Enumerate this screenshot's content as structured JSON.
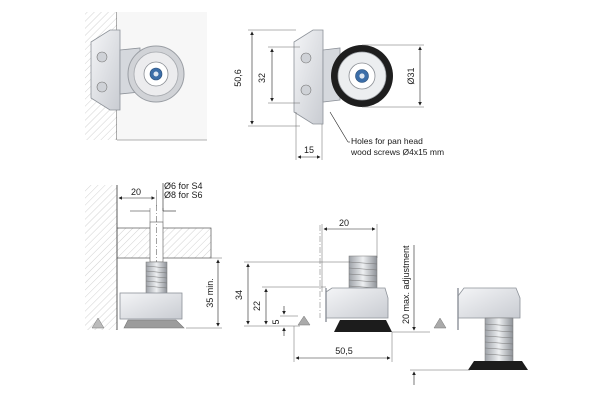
{
  "dimensions": {
    "height_50_6": "50,6",
    "spacing_32": "32",
    "diameter_31": "Ø31",
    "offset_15": "15",
    "depth_20": "20",
    "bolt_s4": "Ø6 for S4",
    "bolt_s6": "Ø8 for S6",
    "min_35": "35 min.",
    "width_20": "20",
    "height_34": "34",
    "height_22": "22",
    "height_5": "5",
    "length_50_5": "50,5",
    "max_adjustment": "20 max. adjustment"
  },
  "notes": {
    "holes_line1": "Holes for pan head",
    "holes_line2": "wood screws Ø4x15 mm"
  },
  "colors": {
    "hatch": "#9a9a9a",
    "part_fill": "#e4e6ea",
    "part_shadow": "#b9bdc4",
    "foot_black": "#1c1c1c",
    "foot_grey": "#9c9c9c"
  }
}
